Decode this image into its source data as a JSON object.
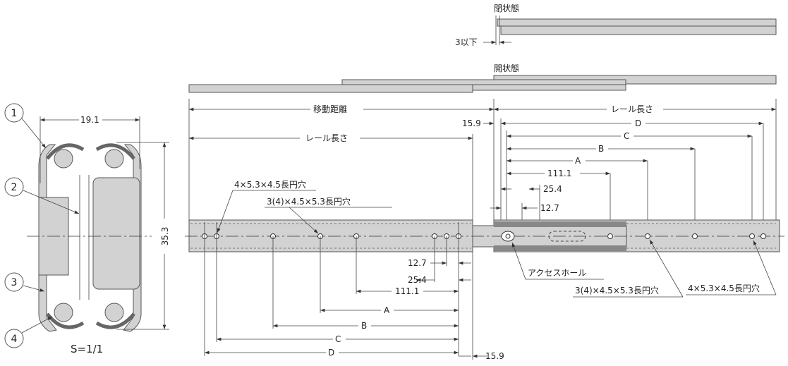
{
  "closed_state": {
    "title": "閉状態",
    "gap_label": "3以下"
  },
  "open_state": {
    "title": "開状態"
  },
  "dimensions": {
    "travel": "移動距離",
    "rail_length_right": "レール長さ",
    "rail_length_left": "レール長さ",
    "offset_top": "15.9",
    "offset_bottom": "15.9",
    "D": "D",
    "C": "C",
    "B": "B",
    "A": "A",
    "d111_top": "111.1",
    "d25_top": "25.4",
    "d12_top": "12.7",
    "d12_bottom": "12.7",
    "d25_bottom": "25.4",
    "d111_bottom": "111.1",
    "A_bottom": "A",
    "B_bottom": "B",
    "C_bottom": "C",
    "D_bottom": "D"
  },
  "callouts": {
    "slot_left_a": "4×5.3×4.5長円穴",
    "slot_left_b": "3(4)×4.5×5.3長円穴",
    "access_hole": "アクセスホール",
    "slot_right_b": "3(4)×4.5×5.3長円穴",
    "slot_right_a": "4×5.3×4.5長円穴"
  },
  "section": {
    "width": "19.1",
    "height": "35.3",
    "scale": "S=1/1",
    "parts": [
      "1",
      "2",
      "3",
      "4"
    ]
  }
}
